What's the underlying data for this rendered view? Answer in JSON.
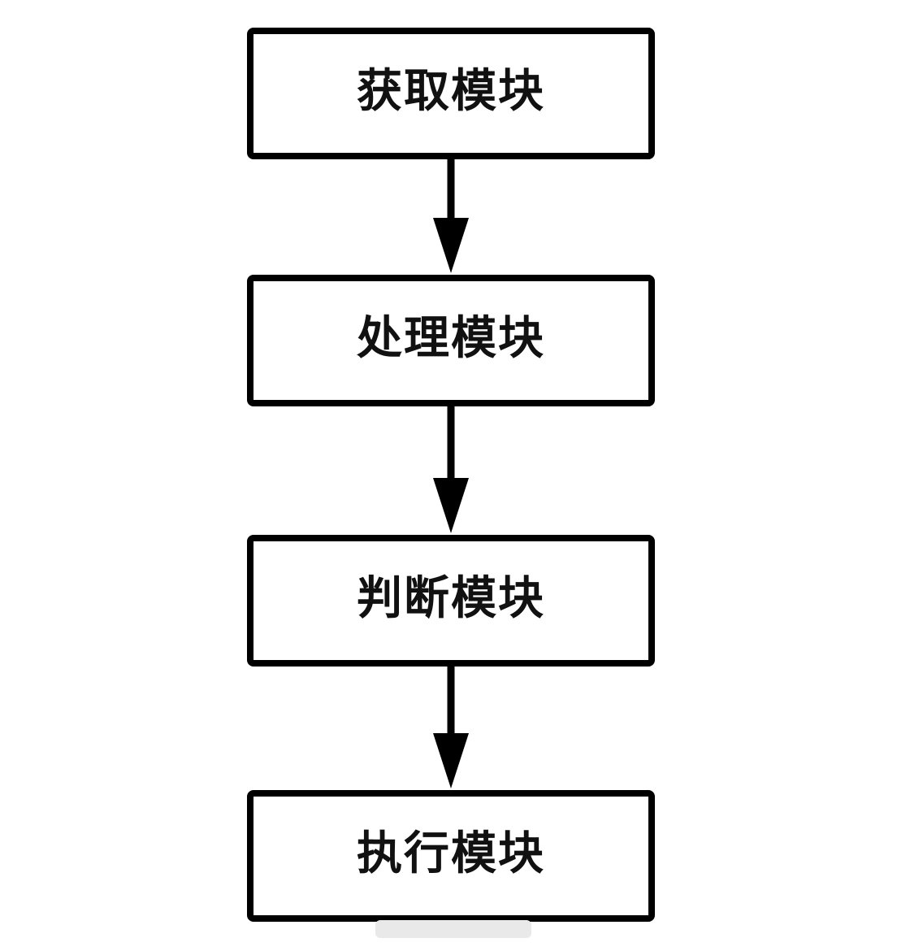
{
  "diagram": {
    "modules": [
      {
        "label": "获取模块"
      },
      {
        "label": "处理模块"
      },
      {
        "label": "判断模块"
      },
      {
        "label": "执行模块"
      }
    ],
    "colors": {
      "stroke": "#000000",
      "fill": "#ffffff",
      "text": "#111111"
    }
  }
}
